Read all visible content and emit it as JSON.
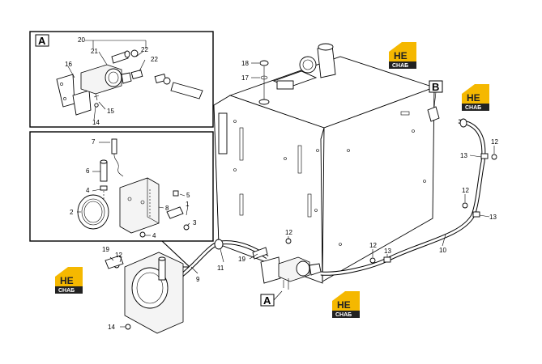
{
  "diagram": {
    "callout_boxes": [
      {
        "id": "A",
        "label": "A"
      },
      {
        "id": "B",
        "label": "B"
      },
      {
        "id": "A2",
        "label": "A"
      }
    ],
    "part_numbers": {
      "n20": "20",
      "n21": "21",
      "n22a": "22",
      "n22b": "22",
      "n16": "16",
      "n15": "15",
      "n14a": "14",
      "n7": "7",
      "n6": "6",
      "n4a": "4",
      "n5": "5",
      "n8": "8",
      "n2": "2",
      "n1": "1",
      "n3": "3",
      "n4b": "4",
      "n18": "18",
      "n17": "17",
      "n19a": "19",
      "n12a": "12",
      "n9": "9",
      "n11": "11",
      "n12b": "12",
      "n19b": "19",
      "n14b": "14",
      "n12c": "12",
      "n13a": "13",
      "n10": "10",
      "n12d": "12",
      "n13b": "13",
      "n12e": "12",
      "n13c": "13"
    },
    "watermark": {
      "logo_letters": "НЕ",
      "logo_caption": "СНАБ",
      "color_yellow": "#f5b800",
      "color_dark": "#222222"
    }
  }
}
